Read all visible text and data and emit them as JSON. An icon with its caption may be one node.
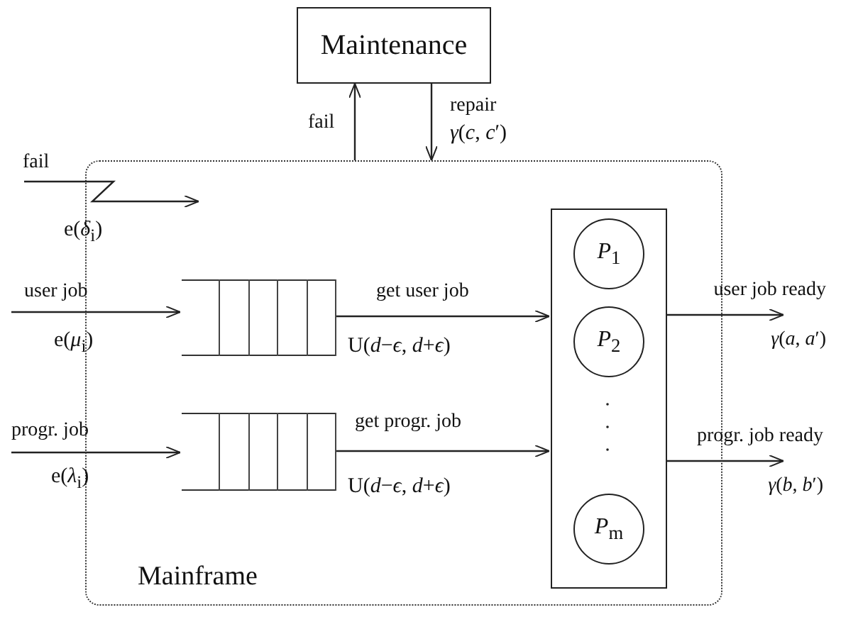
{
  "diagram": {
    "nodes": [
      {
        "text": [
          "Maintenance"
        ]
      },
      {
        "text": [
          "Mainframe"
        ]
      },
      {
        "text": [],
        "shape": "queue",
        "in": 1
      },
      {
        "text": [],
        "shape": "queue",
        "in": 1
      },
      {
        "text": [],
        "shape": "box",
        "in": 1
      },
      {
        "text": [
          "*P*$_{1}$"
        ],
        "in": 4
      },
      {
        "text": [
          "*P*$_{2}$"
        ],
        "in": 4
      },
      {
        "text": [
          "*P*$_{m}$"
        ],
        "in": 4
      }
    ],
    "edges": [
      {
        "from": 1,
        "to": 0,
        "arrow": "to",
        "label": "fail"
      },
      {
        "from": 0,
        "to": 1,
        "arrow": "to",
        "label": "repair"
      },
      {
        "from": null,
        "to": 1,
        "arrow": "to",
        "label": "fail"
      },
      {
        "from": null,
        "to": 2,
        "arrow": "to",
        "label": "user job"
      },
      {
        "from": null,
        "to": 3,
        "arrow": "to",
        "label": "progr. job"
      },
      {
        "from": 2,
        "to": 4,
        "arrow": "to",
        "label": "get user job"
      },
      {
        "from": 3,
        "to": 4,
        "arrow": "to",
        "label": "get progr. job"
      },
      {
        "from": 4,
        "to": null,
        "arrow": "to",
        "label": "user job ready *γ*(*a*, *a*′)"
      },
      {
        "from": 4,
        "to": null,
        "arrow": "to",
        "label": "progr. job ready *γ*(*b*, *b*′)"
      }
    ],
    "labels": [
      "*γ*(*c*, *c*′)",
      "e(*δ*$_{i}$)",
      "e(*μ*$_{i}$)",
      "U(*d*−*ϵ*, *d*+*ϵ*)",
      "e(*λ*$_{i}$)",
      "U(*d*−*ϵ*, *d*+*ϵ*)"
    ]
  }
}
